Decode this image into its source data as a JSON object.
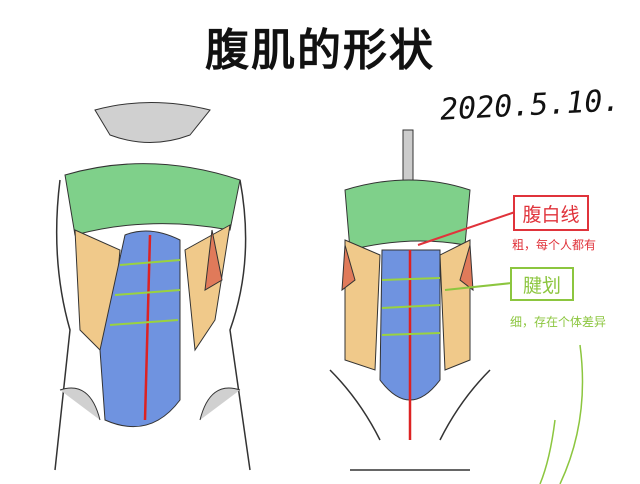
{
  "title": "腹肌的形状",
  "date": "2020.5.10.",
  "labels": {
    "linea_alba": {
      "name": "腹白线",
      "note": "粗，每个人都有",
      "color": "#e0333b"
    },
    "tendinous": {
      "name": "腱划",
      "note": "细，存在个体差异",
      "color": "#8cc63f"
    }
  },
  "colors": {
    "pectoral": "#7fd08a",
    "abdominal": "#6f93e0",
    "oblique": "#f0c98a",
    "serratus": "#e07a5a",
    "skeleton": "#c8c8c8"
  }
}
